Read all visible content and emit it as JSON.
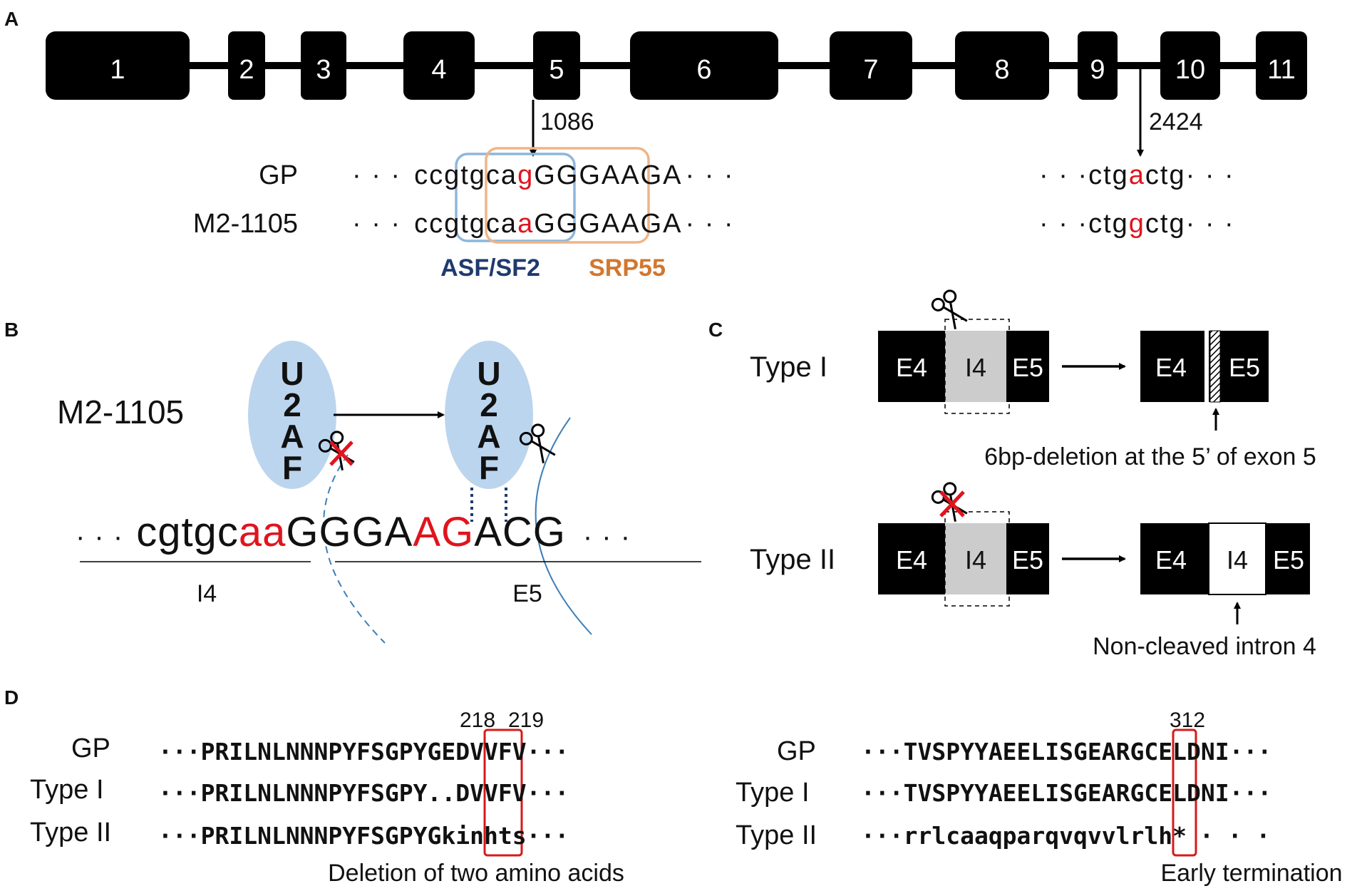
{
  "colors": {
    "exon": "#000000",
    "mutation": "#e0141e",
    "asf_box": "#8db6dc",
    "asf_label": "#1f3a6e",
    "srp_box": "#f0b486",
    "srp_label": "#d2772e",
    "u2af_fill": "#bcd5ee",
    "intron_fill": "#cccccc",
    "highlight_box": "#d61a1a",
    "scissor_line": "#3c7fb8"
  },
  "panel_a": {
    "label": "A",
    "exons": [
      "1",
      "2",
      "3",
      "4",
      "5",
      "6",
      "7",
      "8",
      "9",
      "10",
      "11"
    ],
    "pos_left": "1086",
    "pos_right": "2424",
    "row_gp_label": "GP",
    "row_mut_label": "M2-1105",
    "dots": "· · ·",
    "seq_gp": {
      "pre": "ccg",
      "box1": "tg",
      "box2a": "ca",
      "mut": "g",
      "box2b": "G",
      "post1": "GGA",
      "post2": "AGA"
    },
    "seq_mut": {
      "pre": "ccg",
      "box1": "tg",
      "box2a": "ca",
      "mut": "a",
      "box2b": "G",
      "post1": "GGA",
      "post2": "AGA"
    },
    "right_gp": {
      "pre": "ctg",
      "mut": "a",
      "post": "ctg"
    },
    "right_mut": {
      "pre": "ctg",
      "mut": "g",
      "post": "ctg"
    },
    "asf_label": "ASF/SF2",
    "srp_label": "SRP55"
  },
  "panel_b": {
    "label": "B",
    "title": "M2-1105",
    "u2af_letters": [
      "U",
      "2",
      "A",
      "F"
    ],
    "seq": {
      "pre": "cgtgc",
      "mut1": "aa",
      "mid": "GGGA",
      "mut2": "AG",
      "post": "ACG"
    },
    "dots": "· · ·",
    "intron_label": "I4",
    "exon_label": "E5"
  },
  "panel_c": {
    "label": "C",
    "type1_label": "Type I",
    "type2_label": "Type II",
    "e4": "E4",
    "i4": "I4",
    "e5": "E5",
    "type1_note": "6bp-deletion at the 5’ of exon 5",
    "type2_note": "Non-cleaved intron 4"
  },
  "panel_d": {
    "label": "D",
    "left": {
      "pos1": "218",
      "pos2": "219",
      "rows": [
        {
          "label": "GP",
          "seq": "PRILNLNNNPYFSGPY",
          "hl": "GE",
          "post": "DVVFV"
        },
        {
          "label": "Type I",
          "seq": "PRILNLNNNPYFSGPY",
          "hl": "..",
          "post": "DVVFV"
        },
        {
          "label": "Type II",
          "seq": "PRILNLNNNPYFSGPY",
          "hl": "Gk",
          "post": "inhts"
        }
      ],
      "note": "Deletion of two amino acids"
    },
    "right": {
      "pos": "312",
      "rows": [
        {
          "label": "GP",
          "seq": "TVSPYYAEELISGEARGCE",
          "hl": "L",
          "post": "DNI"
        },
        {
          "label": "Type I",
          "seq": "TVSPYYAEELISGEARGCE",
          "hl": "L",
          "post": "DNI"
        },
        {
          "label": "Type II",
          "seq": "rrlcaaqparqvqvvlrlh",
          "hl": "*",
          "post": ""
        }
      ],
      "note": "Early termination"
    },
    "ellipsis": "···",
    "dots_sparse": "· · ·"
  }
}
